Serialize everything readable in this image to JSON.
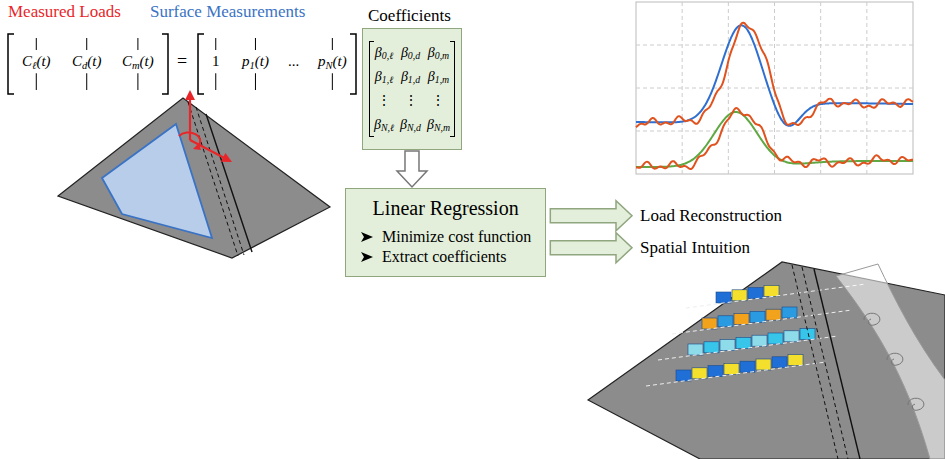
{
  "diagram": {
    "nodes": [
      {
        "text": [
          "β0,ℓ",
          "β0,d",
          "β0,m",
          "β1,ℓ",
          "β1,d",
          "β1,m",
          "⋮",
          "⋮",
          "⋮",
          "βN,ℓ",
          "βN,d",
          "βN,m"
        ]
      },
      {
        "text": [
          "Linear Regression",
          "Minimize cost function",
          "Extract coefficients"
        ]
      }
    ],
    "edges": [
      {
        "from": 0,
        "to": 1,
        "arrow": "to"
      }
    ],
    "labels": [
      "Measured Loads",
      "Surface Measurements",
      "Coefficients",
      "Cℓ(t)",
      "Cd(t)",
      "Cm(t)",
      "=",
      "1",
      "p1(t)",
      "...",
      "pN(t)",
      "Load Reconstruction",
      "Spatial Intuition"
    ]
  }
}
